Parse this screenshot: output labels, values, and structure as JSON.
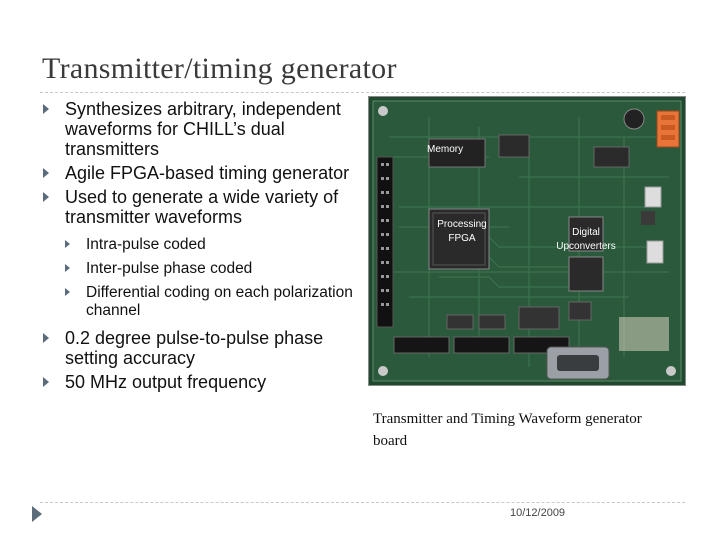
{
  "slide": {
    "title": "Transmitter/timing generator",
    "bullets": [
      {
        "text": "Synthesizes arbitrary, independent waveforms for CHILL’s dual transmitters"
      },
      {
        "text": "Agile FPGA-based timing generator"
      },
      {
        "text": "Used to generate a wide variety of transmitter waveforms",
        "sub": [
          "Intra-pulse coded",
          "Inter-pulse phase coded",
          "Differential coding on each polarization channel"
        ]
      },
      {
        "text": "0.2 degree pulse-to-pulse phase setting accuracy"
      },
      {
        "text": "50 MHz output frequency"
      }
    ],
    "photo_labels": {
      "memory": "Memory",
      "processing_line1": "Processing",
      "processing_line2": "FPGA",
      "digital_line1": "Digital",
      "digital_line2": "Upconverters"
    },
    "caption": "Transmitter and Timing Waveform generator board",
    "date": "10/12/2009",
    "bullet_color": "#5b6b7a",
    "board_color": "#1f4a30"
  }
}
